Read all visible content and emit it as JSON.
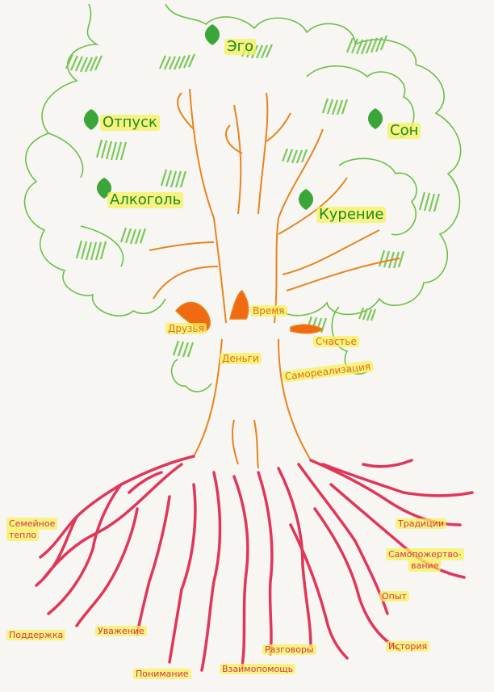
{
  "crown_labels": {
    "ego": "Эго",
    "vacation": "Отпуск",
    "sleep": "Сон",
    "alcohol": "Алкоголь",
    "smoking": "Курение"
  },
  "trunk_labels": {
    "friends": "Друзья",
    "time": "Время",
    "money": "Деньги",
    "happiness": "Счастье",
    "self_realization": "Самореализация"
  },
  "root_labels": {
    "family_warmth_line1": "Семейное",
    "family_warmth_line2": "тепло",
    "traditions": "Традиции",
    "self_sacrifice_line1": "Самопожертво-",
    "self_sacrifice_line2": "вание",
    "experience": "Опыт",
    "support": "Поддержка",
    "respect": "Уважение",
    "conversations": "Разговоры",
    "history": "История",
    "understanding": "Понимание",
    "mutual_help": "Взаимопомощь"
  },
  "colors": {
    "crown_outline": "#6cbf4a",
    "crown_hatch": "#7bc85a",
    "leaf": "#3aa637",
    "trunk": "#e8841e",
    "trunk_fill": "#f06a12",
    "roots": "#e0365a",
    "highlight": "#f7f25a"
  }
}
